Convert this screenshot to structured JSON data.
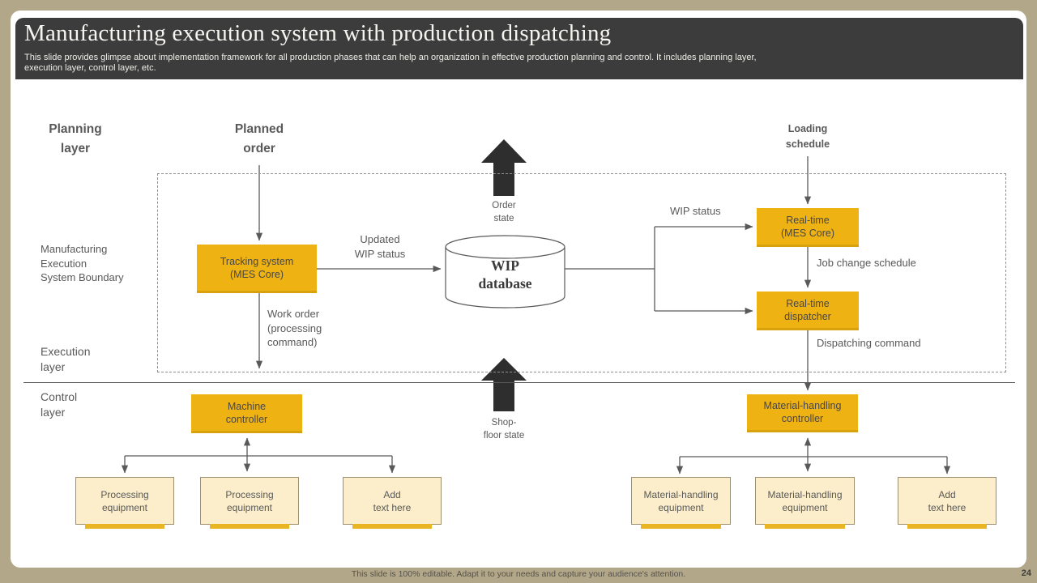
{
  "header": {
    "title": "Manufacturing execution system with production dispatching",
    "subtitle": "This slide provides glimpse about implementation framework for all production phases that can help an organization in effective production planning and control. It includes planning layer,\nexecution layer, control layer, etc."
  },
  "labels": {
    "planning_layer": "Planning\nlayer",
    "planned_order": "Planned\norder",
    "loading_schedule": "Loading\nschedule",
    "mes_boundary": "Manufacturing\nExecution\nSystem Boundary",
    "execution_layer": "Execution\nlayer",
    "control_layer": "Control\nlayer",
    "updated_wip_status": "Updated\nWIP status",
    "work_order": "Work order\n(processing\ncommand)",
    "wip_status": "WIP status",
    "job_change_schedule": "Job change schedule",
    "dispatching_command": "Dispatching command",
    "order_state": "Order\nstate",
    "shop_floor_state": "Shop-\nfloor state"
  },
  "nodes": {
    "tracking_system": "Tracking system\n(MES Core)",
    "wip_database": "WIP\ndatabase",
    "realtime_mes": "Real-time\n(MES Core)",
    "realtime_dispatcher": "Real-time\ndispatcher",
    "machine_controller": "Machine\ncontroller",
    "material_handling_controller": "Material-handling\ncontroller",
    "processing_equipment_1": "Processing\nequipment",
    "processing_equipment_2": "Processing\nequipment",
    "add_text_left": "Add\ntext here",
    "material_handling_equipment_1": "Material-handling\nequipment",
    "material_handling_equipment_2": "Material-handling\nequipment",
    "add_text_right": "Add\ntext here"
  },
  "footer": {
    "note": "This slide is 100% editable. Adapt it to your needs and capture your audience's attention.",
    "page_number": "24"
  },
  "colors": {
    "canvas_bg": "#B3A78A",
    "header_bg": "#3C3C3C",
    "accent_orange": "#EFB213",
    "accent_orange_dark": "#D8A20E",
    "cream_box": "#FCEECB",
    "line_gray": "#595959",
    "block_arrow": "#2E2E2E"
  }
}
